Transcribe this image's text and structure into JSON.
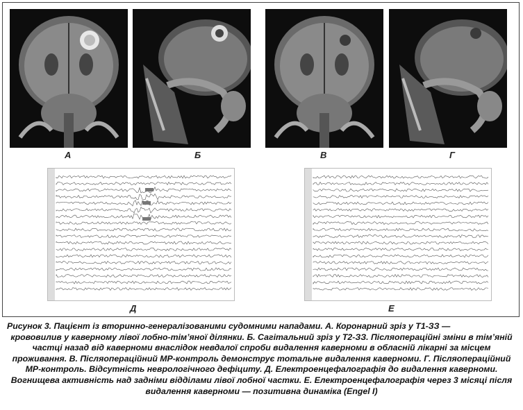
{
  "panels": {
    "A": "А",
    "B": "Б",
    "V": "В",
    "H": "Г",
    "D": "Д",
    "E": "Е"
  },
  "caption": {
    "line1": "Рисунок 3. Пацієнт із вторинно-генералізованими судомними нападами. А. Коронарний зріз у Т1-ЗЗ —",
    "rest": "крововилив у каверному лівої лобно-тім’яної ділянки. Б. Сагітальний зріз у Т2-ЗЗ. Післяопераційні зміни в тім’яній частці назад від каверноми внаслідок невдалої спроби видалення каверноми в обласній лікарні за місцем проживання. В. Післяопераційний МР-контроль демонструє тотальне видалення каверноми. Г. Післяопераційний МР-контроль. Відсутність неврологічного дефіциту. Д. Електроенцефалографія до видалення каверноми. Вогнищева активність над задніми відділами лівої лобної частки. Е. Електроенцефалографія через 3 місяці після видалення каверноми — позитивна динаміка (Engel I)"
  },
  "colors": {
    "frame": "#444444",
    "mri_bg": "#111111",
    "eeg_trace": "#555555",
    "lesion": "#e8e8e8"
  }
}
